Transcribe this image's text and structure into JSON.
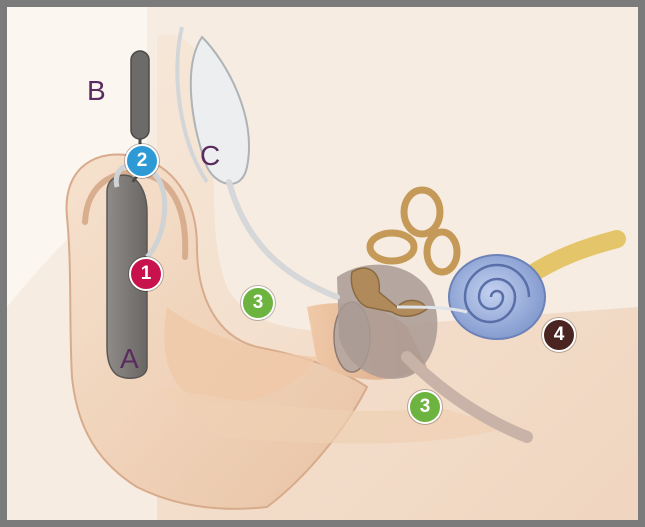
{
  "letter_labels": {
    "a": "A",
    "b": "B",
    "c": "C"
  },
  "number_markers": [
    {
      "label": "1",
      "color": "#c8124e"
    },
    {
      "label": "2",
      "color": "#2d9ad6"
    },
    {
      "label": "3",
      "color": "#6db33f"
    },
    {
      "label": "3",
      "color": "#6db33f"
    },
    {
      "label": "4",
      "color": "#4a2420"
    }
  ],
  "colors": {
    "frame_border": "#7b7b7b",
    "letter_text": "#5a2b5e",
    "skin": "#f3dcc6",
    "cochlea": "#8fa6d8",
    "ossicles": "#b08a5a",
    "processor": "#7d7a78"
  }
}
